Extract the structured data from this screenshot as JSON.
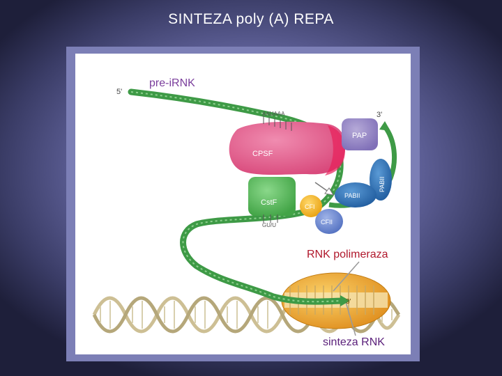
{
  "slide": {
    "title": "SINTEZA poly (A) REPA"
  },
  "figure": {
    "pre_mrna_label": "pre-iRNK",
    "five_prime": "5'",
    "three_prime_top": "3'",
    "three_prime_bottom": "3'",
    "poly_a_signal": "AAUAAA",
    "gu_rich": "GU/U",
    "proteins": {
      "cpsf": "CPSF",
      "cstf": "CstF",
      "cfi": "CFI",
      "cfii": "CFII",
      "pap": "PAP",
      "pabii_side": "PABII",
      "pabii_bottom": "PABII"
    },
    "rnk_polimeraza_label": "RNK polimeraza",
    "sinteza_rnk_label": "sinteza RNK"
  },
  "colors": {
    "rna_green": "#3e9a46",
    "cpsf_pink": "#e0608e",
    "cstf_green": "#5aba5a",
    "cfi_yellow": "#f2b21c",
    "cfii_blue": "#6b86cf",
    "pap_purple": "#9688c4",
    "pabii_blue": "#2f74b4",
    "polymerase_orange": "#eaa02a",
    "dna_tan": "#cdbf94",
    "label_purple": "#7a3e9c"
  }
}
